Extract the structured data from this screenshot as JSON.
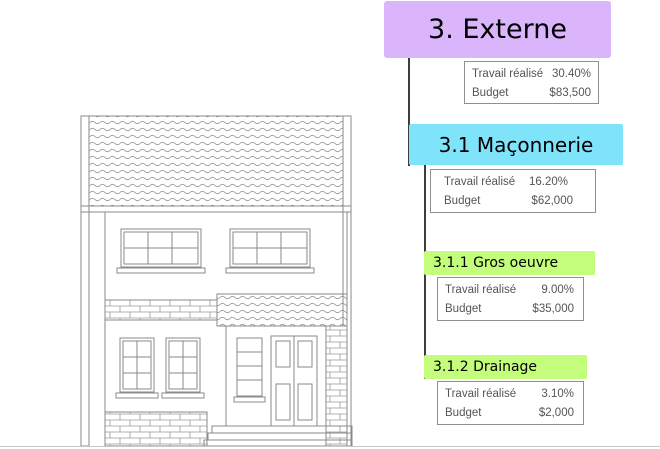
{
  "colors": {
    "level1": "#dab5fc",
    "level2": "#7fe3f9",
    "level3": "#c3fd7b",
    "connector": "#3d3d3d",
    "house_stroke": "#8a8a8a"
  },
  "tree": {
    "externe": {
      "title": "3. Externe",
      "work_label": "Travail réalisé",
      "work_value": "30.40%",
      "budget_label": "Budget",
      "budget_value": "$83,500"
    },
    "maconnerie": {
      "title": "3.1 Maçonnerie",
      "work_label": "Travail réalisé",
      "work_value": "16.20%",
      "budget_label": "Budget",
      "budget_value": "$62,000"
    },
    "gros_oeuvre": {
      "title": "3.1.1 Gros oeuvre",
      "work_label": "Travail réalisé",
      "work_value": "9.00%",
      "budget_label": "Budget",
      "budget_value": "$35,000"
    },
    "drainage": {
      "title": "3.1.2 Drainage",
      "work_label": "Travail réalisé",
      "work_value": "3.10%",
      "budget_label": "Budget",
      "budget_value": "$2,000"
    }
  }
}
